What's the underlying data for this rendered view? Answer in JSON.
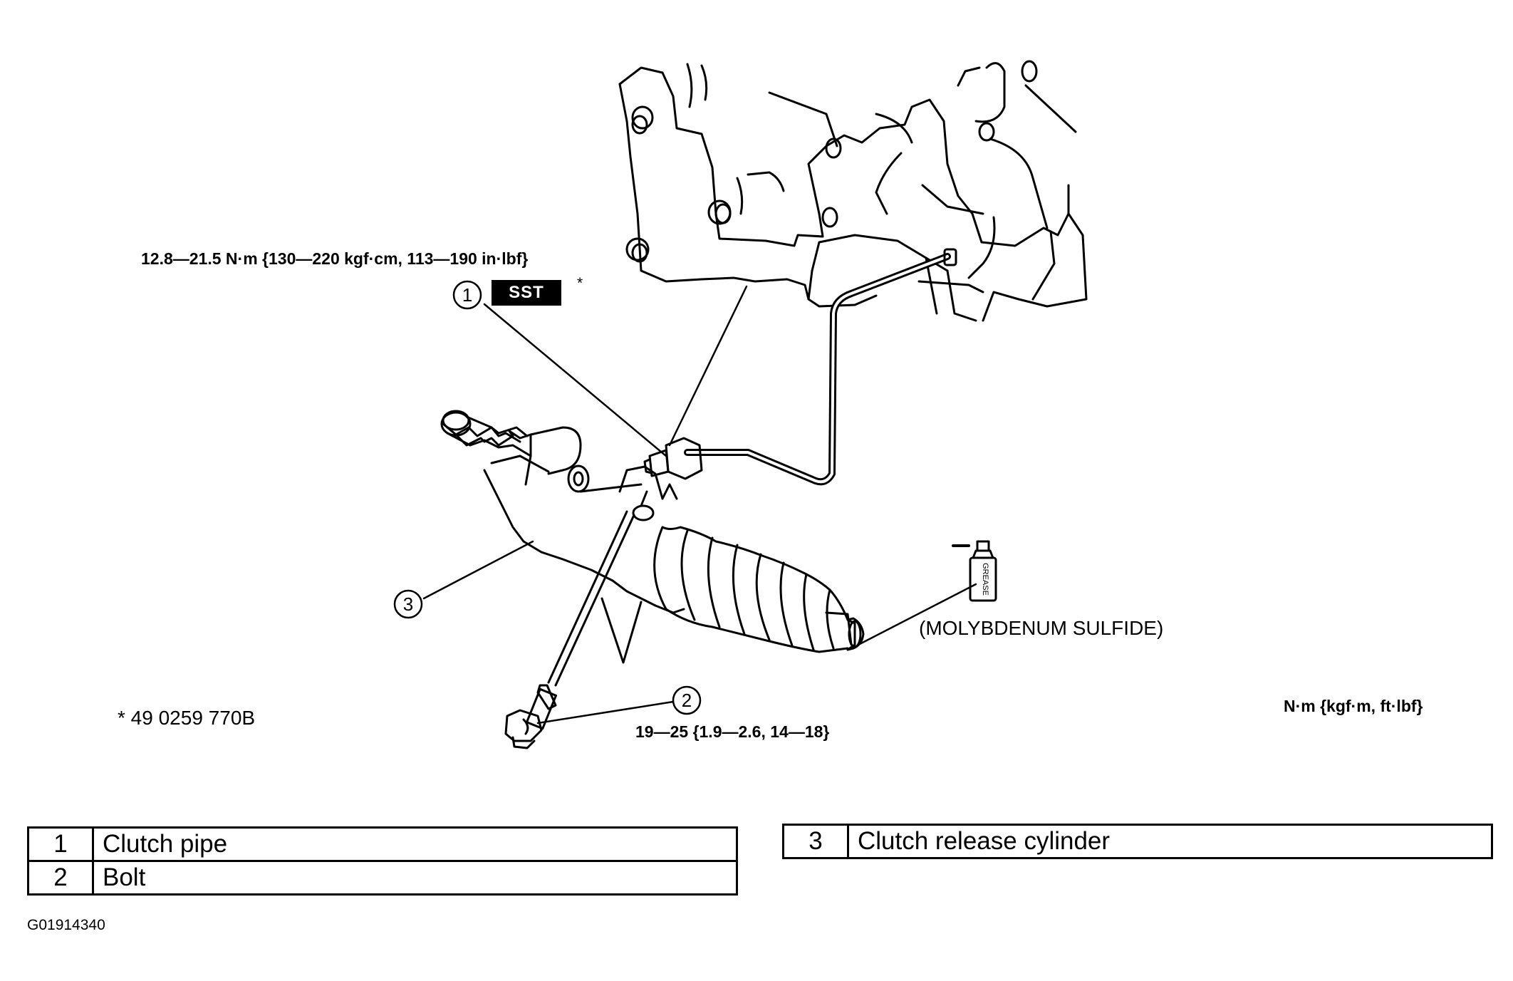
{
  "callouts": {
    "pipe_torque": "12.8—21.5 N·m {130—220 kgf·cm, 113—190 in·lbf}",
    "sst_badge": "SST",
    "sst_asterisk": "*",
    "sst_note": "* 49 0259 770B",
    "bolt_torque": "19—25 {1.9—2.6, 14—18}",
    "grease": "(MOLYBDENUM SULFIDE)",
    "grease_can_text": "GREASE",
    "units": "N·m {kgf·m, ft·lbf}",
    "markers": [
      "1",
      "2",
      "3"
    ]
  },
  "legend": [
    {
      "num": "1",
      "label": "Clutch pipe"
    },
    {
      "num": "2",
      "label": "Bolt"
    },
    {
      "num": "3",
      "label": "Clutch release cylinder"
    }
  ],
  "figure_id": "G01914340"
}
